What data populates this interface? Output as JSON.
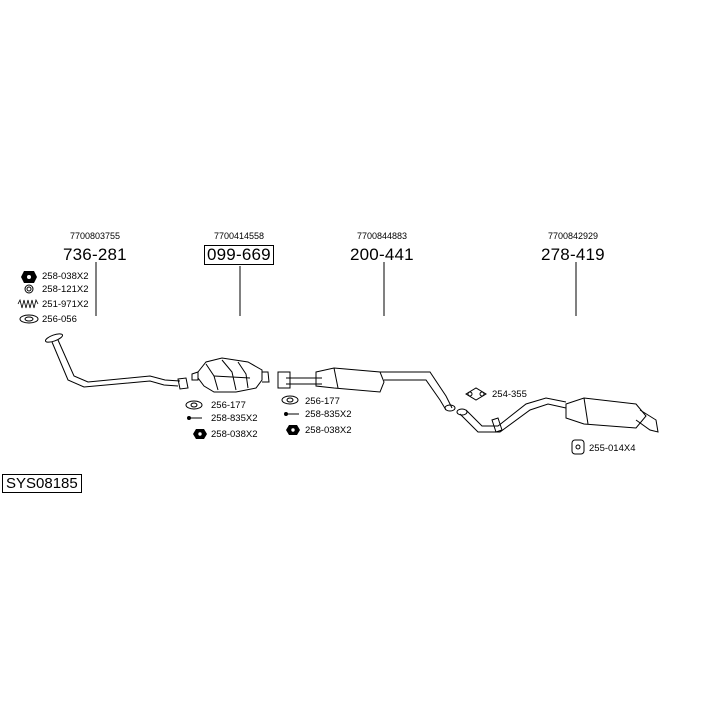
{
  "system_code": "SYS08185",
  "sections": [
    {
      "oem": "7700803755",
      "part": "736-281"
    },
    {
      "oem": "7700414558",
      "part": "099-669"
    },
    {
      "oem": "7700844883",
      "part": "200-441"
    },
    {
      "oem": "7700842929",
      "part": "278-419"
    }
  ],
  "accessories": {
    "front": [
      "258-038X2",
      "258-121X2",
      "251-971X2",
      "256-056"
    ],
    "cat": [
      "256-177",
      "258-835X2",
      "258-038X2"
    ],
    "middle": [
      "256-177",
      "258-835X2",
      "258-038X2"
    ],
    "rear_clamp": "254-355",
    "rear_hanger": "255-014X4"
  },
  "icons": [
    "nut-icon",
    "ring-icon",
    "spring-bolt-icon",
    "gasket-icon",
    "bolt-icon",
    "clamp-icon",
    "hanger-icon"
  ]
}
